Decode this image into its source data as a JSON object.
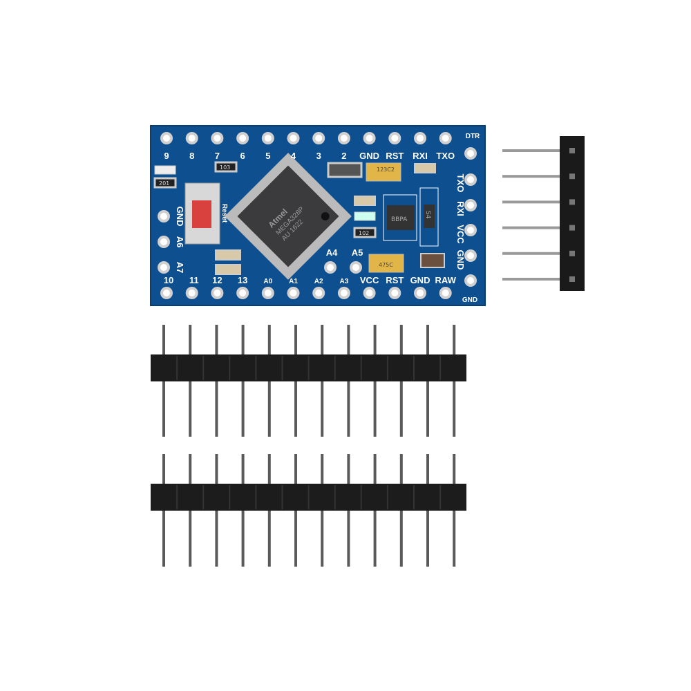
{
  "product": {
    "board_color": "#0d4f8f",
    "pcb_labels": {
      "top_row": [
        "9",
        "8",
        "7",
        "6",
        "5",
        "4",
        "3",
        "2",
        "GND",
        "RST",
        "RXI",
        "TXO"
      ],
      "top_right": "DTR",
      "right_column": [
        "TXO",
        "RXI",
        "VCC",
        "GND"
      ],
      "left_column": [
        "GND",
        "A6",
        "A7"
      ],
      "bottom_row": [
        "10",
        "11",
        "12",
        "13",
        "A0",
        "A1",
        "A2",
        "A3",
        "VCC",
        "RST",
        "GND",
        "RAW"
      ],
      "bottom_right": "GND",
      "inner": [
        "A4",
        "A5"
      ],
      "reset_label": "Reset"
    },
    "chip_markings": [
      "Atmel",
      "MEGA328P",
      "AU 1622"
    ],
    "regulator_marking": "BBPA",
    "diode_marking": "S4",
    "capacitor_marking": [
      "123C2",
      "475C"
    ],
    "resistor_markings": [
      "103",
      "201",
      "102"
    ],
    "right_header_pins": 6,
    "long_header_pins": 12,
    "long_header_count": 2
  }
}
